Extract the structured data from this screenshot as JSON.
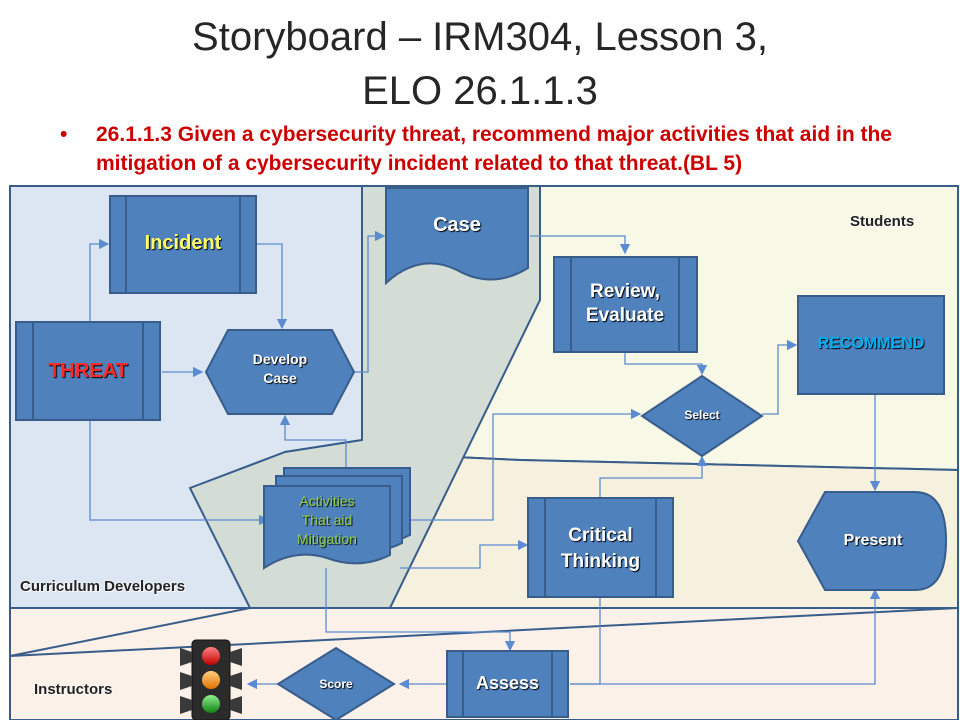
{
  "header": {
    "title_line1": "Storyboard – IRM304, Lesson 3,",
    "title_line2": "ELO 26.1.1.3"
  },
  "objective": "26.1.1.3 Given a cybersecurity threat, recommend major activities that aid in the mitigation of a cybersecurity incident related to that threat.(BL 5)",
  "lanes": {
    "students": "Students",
    "curriculum": "Curriculum Developers",
    "instructors": "Instructors"
  },
  "nodes": {
    "incident": "Incident",
    "threat": "THREAT",
    "develop_line1": "Develop",
    "develop_line2": "Case",
    "case": "Case",
    "review_line1": "Review,",
    "review_line2": "Evaluate",
    "recommend": "RECOMMEND",
    "select": "Select",
    "activities_line1": "Activities",
    "activities_line2": "That aid",
    "activities_line3": "Mitigation",
    "critical_line1": "Critical",
    "critical_line2": "Thinking",
    "present": "Present",
    "assess": "Assess",
    "score": "Score"
  },
  "colors": {
    "node_fill": "#4f81bd",
    "node_stroke": "#385d8a",
    "curriculum_lane": "#dce6f2",
    "students_lane": "#f7f9e6",
    "middle_lane": "#f6f0de",
    "instructor_lane": "#fbf1e8",
    "trapezoid": "#d4dcd6",
    "incident_text": "#ffff66",
    "threat_text": "#ff2a2a",
    "recommend_text": "#00b0f0",
    "activities_text": "#92d050",
    "objective_text": "#cc0000"
  },
  "icons": {
    "traffic_light": "traffic-light-icon"
  }
}
